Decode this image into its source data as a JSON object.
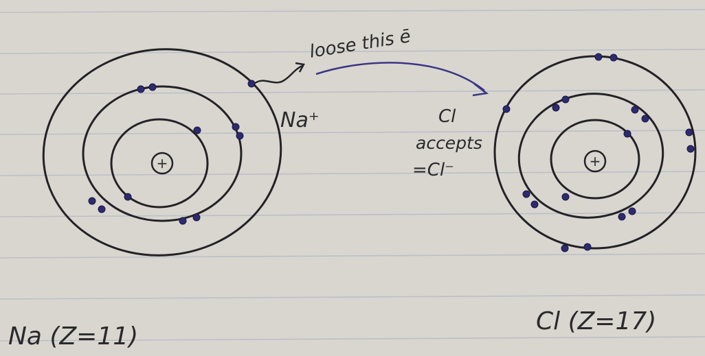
{
  "annotations": {
    "loose": "loose this ē",
    "na_ion": "Na⁺",
    "cl_accepts_1": "Cl",
    "cl_accepts_2": "accepts",
    "cl_accepts_3": "=Cl⁻"
  },
  "atoms": [
    {
      "id": "na",
      "label": "Na (Z=11)",
      "nucleus_symbol": "+",
      "shell_electrons": [
        2,
        8,
        1
      ]
    },
    {
      "id": "cl",
      "label": "Cl (Z=17)",
      "nucleus_symbol": "+",
      "shell_electrons": [
        2,
        8,
        7
      ]
    }
  ],
  "colors": {
    "paper": "#d9d6cf",
    "ink": "#222226",
    "electron": "#2e2a6e",
    "arrow": "#3b3585",
    "rule_lines": "#b9c0c8"
  }
}
